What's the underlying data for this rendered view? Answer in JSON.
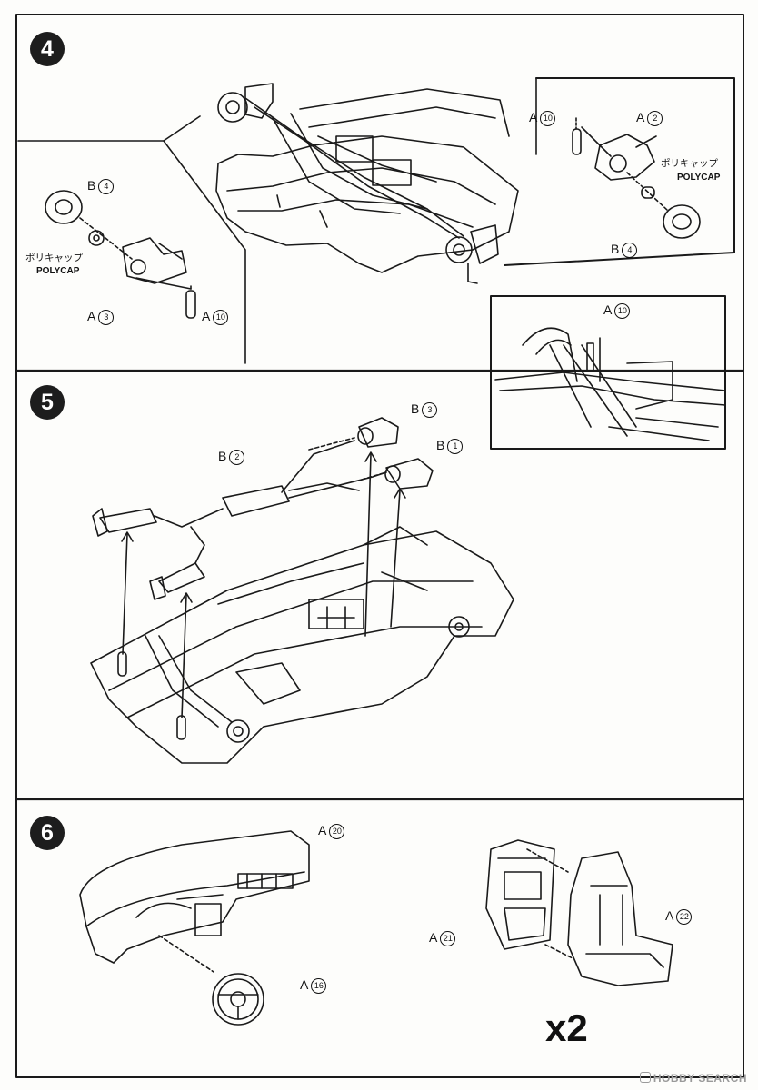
{
  "steps": [
    {
      "number": "4"
    },
    {
      "number": "5"
    },
    {
      "number": "6"
    }
  ],
  "step4": {
    "left": {
      "part1": "B",
      "part1_num": "4",
      "polycap_jp": "ポリキャップ",
      "polycap_en": "POLYCAP",
      "part2": "A",
      "part2_num": "3",
      "part3": "A",
      "part3_num": "10"
    },
    "right": {
      "part1": "A",
      "part1_num": "10",
      "part2": "A",
      "part2_num": "2",
      "polycap_jp": "ポリキャップ",
      "polycap_en": "POLYCAP",
      "part3": "B",
      "part3_num": "4"
    },
    "detail": {
      "part": "A",
      "part_num": "10"
    }
  },
  "step5": {
    "pipe": {
      "part": "B",
      "part_num": "2"
    },
    "hanger_top": {
      "part": "B",
      "part_num": "3"
    },
    "hanger_bottom": {
      "part": "B",
      "part_num": "1"
    }
  },
  "step6": {
    "dashboard": {
      "part": "A",
      "part_num": "20"
    },
    "steering": {
      "part": "A",
      "part_num": "16"
    },
    "seat_back": {
      "part": "A",
      "part_num": "21"
    },
    "seat": {
      "part": "A",
      "part_num": "22"
    },
    "quantity": "x2"
  },
  "watermark": "HOBBY SEARCH"
}
